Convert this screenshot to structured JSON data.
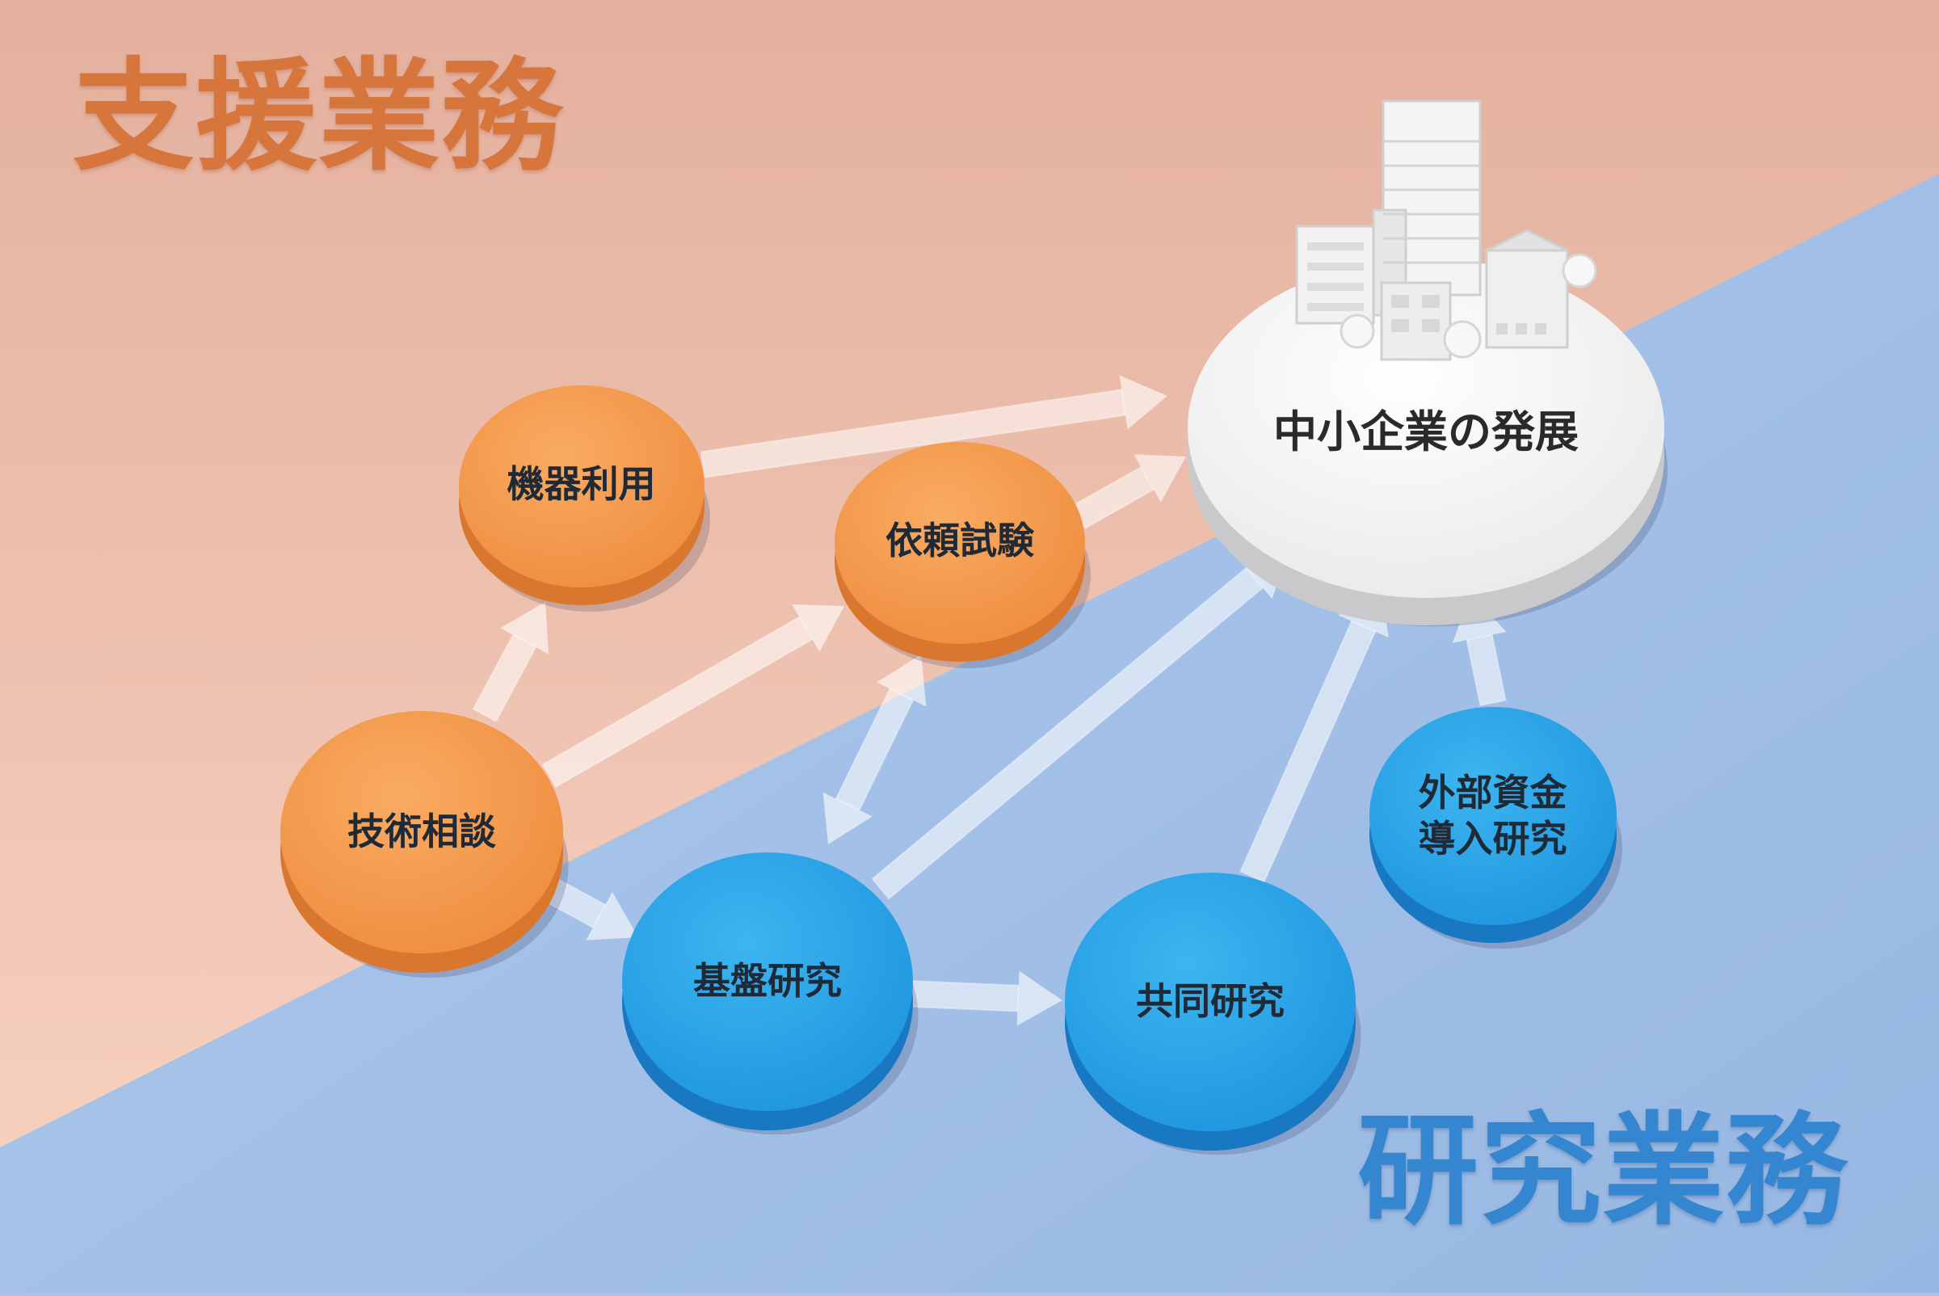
{
  "regions": {
    "support": {
      "label": "支援業務",
      "color": "#d7763c"
    },
    "research": {
      "label": "研究業務",
      "color": "#3586d0"
    }
  },
  "colors": {
    "support_bg": "#f5cbb8",
    "research_bg": "#a9c4e9",
    "orange_node": "#f19a4e",
    "blue_node": "#2fa6e8",
    "target_node": "#efefef"
  },
  "nodes": {
    "kiki": {
      "label": "機器利用",
      "group": "support"
    },
    "irai": {
      "label": "依頼試験",
      "group": "support"
    },
    "gijutsu": {
      "label": "技術相談",
      "group": "support"
    },
    "kiban": {
      "label": "基盤研究",
      "group": "research"
    },
    "kyodo": {
      "label": "共同研究",
      "group": "research"
    },
    "gaibu": {
      "lines": [
        "外部資金",
        "導入研究"
      ],
      "group": "research"
    },
    "target": {
      "label": "中小企業の発展",
      "group": "target",
      "icon": "city-buildings-icon"
    }
  }
}
